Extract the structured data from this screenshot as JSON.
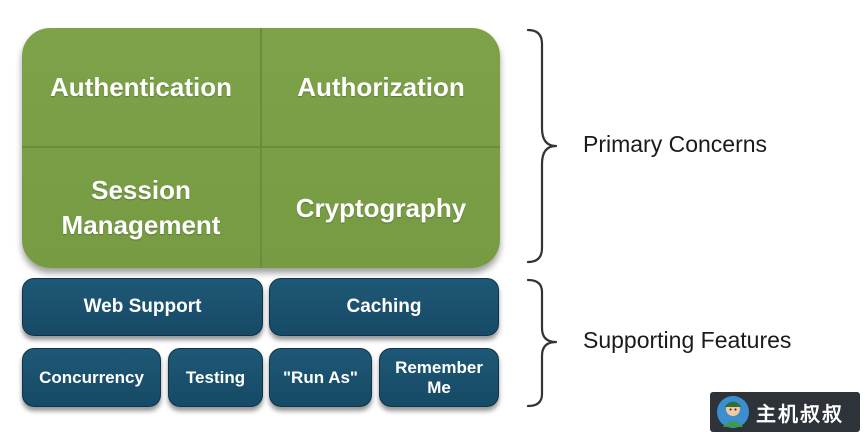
{
  "primary": {
    "cells": [
      [
        "Authentication"
      ],
      [
        "Authorization"
      ],
      [
        "Session",
        "Management"
      ],
      [
        "Cryptography"
      ]
    ],
    "color": "#7a9f46"
  },
  "supporting": {
    "boxes": [
      [
        "Web Support"
      ],
      [
        "Caching"
      ],
      [
        "Concurrency"
      ],
      [
        "Testing"
      ],
      [
        "\"Run As\""
      ],
      [
        "Remember",
        "Me"
      ]
    ],
    "color": "#1b5370"
  },
  "labels": {
    "primary": "Primary Concerns",
    "supporting": "Supporting Features"
  },
  "watermark": {
    "text": "主机叔叔",
    "icon": "mascot-avatar-icon"
  }
}
